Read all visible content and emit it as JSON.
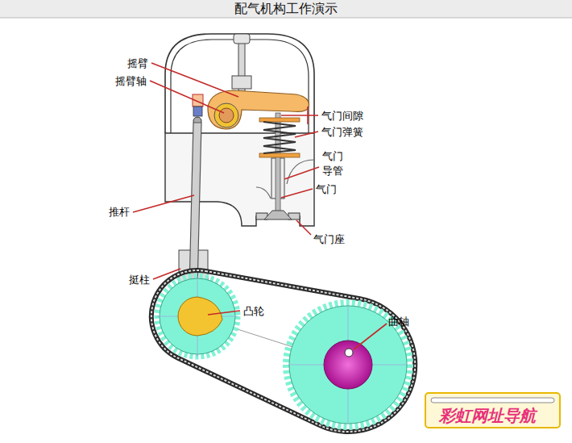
{
  "diagram": {
    "title": "配气机构工作演示",
    "labels": [
      "摇臂",
      "摇臂轴",
      "气门间隙",
      "气门弹簧",
      "气门 导管",
      "气门",
      "气门座",
      "推杆",
      "挺柱",
      "凸轮",
      "曲轴",
      "彩虹网址导航"
    ]
  }
}
